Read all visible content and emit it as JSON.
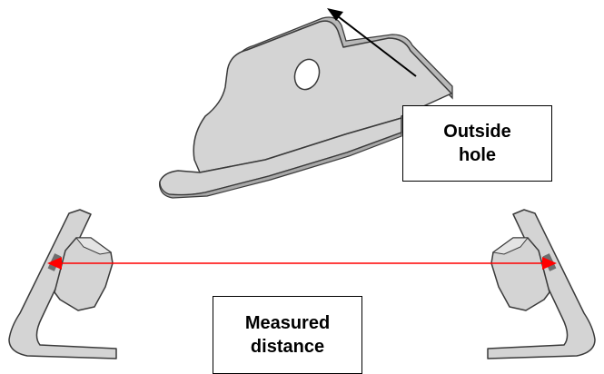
{
  "callouts": {
    "outside_hole": {
      "line1": "Outside",
      "line2": "hole"
    },
    "measured_distance": {
      "line1": "Measured",
      "line2": "distance"
    }
  },
  "colors": {
    "part_fill": "#d4d4d4",
    "part_shade": "#b8b8b8",
    "outline": "#3a3a3a",
    "pointer_arrow": "#000000",
    "measure_arrow": "#ff0000",
    "hole_marker": "#6e6e6e"
  },
  "icons": {
    "bracket": "bracket-3d-icon",
    "pointer": "arrow-up-left-icon",
    "measure": "double-arrow-icon"
  }
}
